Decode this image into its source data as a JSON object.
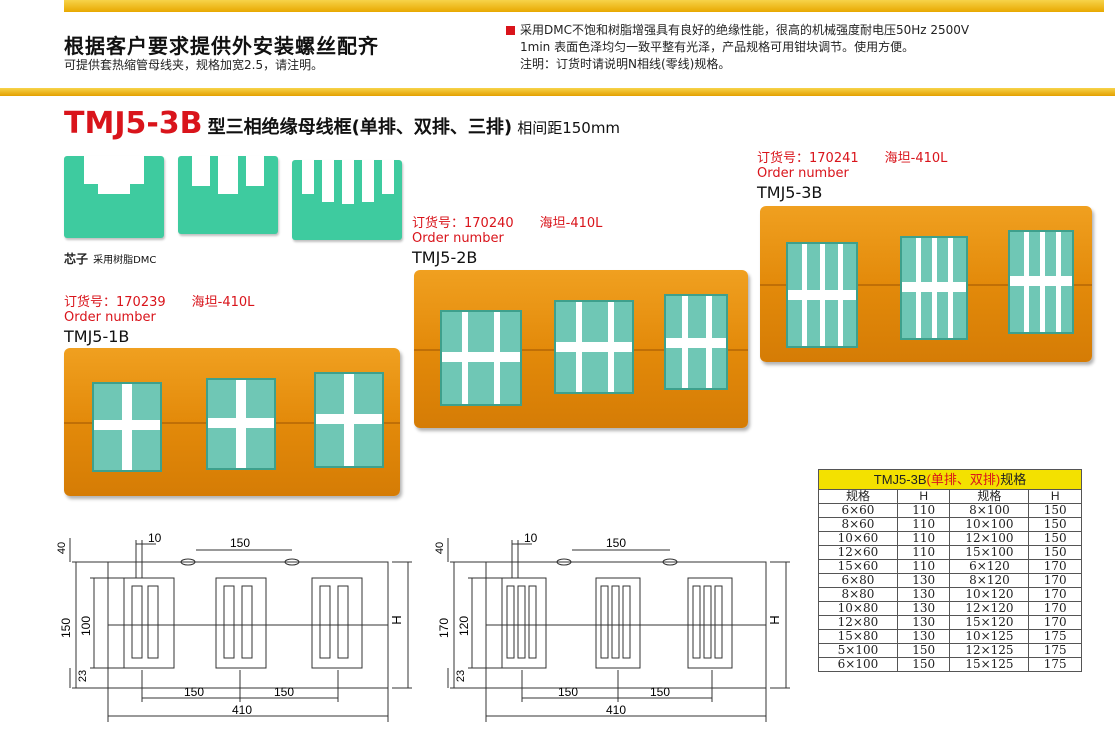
{
  "header": {
    "title": "根据客户要求提供外安装螺丝配齐",
    "subtitle": "可提供套热缩管母线夹，规格加宽2.5，请注明。",
    "note_line1": "采用DMC不饱和树脂增强具有良好的绝缘性能，很高的机械强度耐电压50Hz 2500V",
    "note_line2": "1min 表面色泽均匀一致平整有光泽，产品规格可用钳块调节。使用方便。",
    "note_line3": "注明：订货时请说明N相线(零线)规格。"
  },
  "product": {
    "model": "TMJ5-3B",
    "title": "型三相绝缘母线框(单排、双排、三排)",
    "spacing": "相间距150mm",
    "core_label": "芯子",
    "core_material": "采用树脂DMC"
  },
  "variants": [
    {
      "order_label": "订货号：170239",
      "brand": "海坦-410L",
      "order_en": "Order number",
      "name": "TMJ5-1B"
    },
    {
      "order_label": "订货号：170240",
      "brand": "海坦-410L",
      "order_en": "Order number",
      "name": "TMJ5-2B"
    },
    {
      "order_label": "订货号：170241",
      "brand": "海坦-410L",
      "order_en": "Order number",
      "name": "TMJ5-3B"
    }
  ],
  "drawings": [
    {
      "d40": "40",
      "d10": "10",
      "d150": "150",
      "height": "150",
      "inner": "100",
      "d23": "23",
      "h": "H",
      "b1": "150",
      "b2": "150",
      "total": "410"
    },
    {
      "d40": "40",
      "d10": "10",
      "d150": "150",
      "height": "170",
      "inner": "120",
      "d23": "23",
      "h": "H",
      "b1": "150",
      "b2": "150",
      "total": "410"
    }
  ],
  "table": {
    "caption_prefix": "TMJ5-3B",
    "caption_red": "(单排、双排)",
    "caption_suffix": "规格",
    "headers": [
      "规格",
      "H",
      "规格",
      "H"
    ],
    "rows": [
      [
        "6×60",
        "110",
        "8×100",
        "150"
      ],
      [
        "8×60",
        "110",
        "10×100",
        "150"
      ],
      [
        "10×60",
        "110",
        "12×100",
        "150"
      ],
      [
        "12×60",
        "110",
        "15×100",
        "150"
      ],
      [
        "15×60",
        "110",
        "6×120",
        "170"
      ],
      [
        "6×80",
        "130",
        "8×120",
        "170"
      ],
      [
        "8×80",
        "130",
        "10×120",
        "170"
      ],
      [
        "10×80",
        "130",
        "12×120",
        "170"
      ],
      [
        "12×80",
        "130",
        "15×120",
        "170"
      ],
      [
        "15×80",
        "130",
        "10×125",
        "175"
      ],
      [
        "5×100",
        "150",
        "12×125",
        "175"
      ],
      [
        "6×100",
        "150",
        "15×125",
        "175"
      ]
    ]
  }
}
